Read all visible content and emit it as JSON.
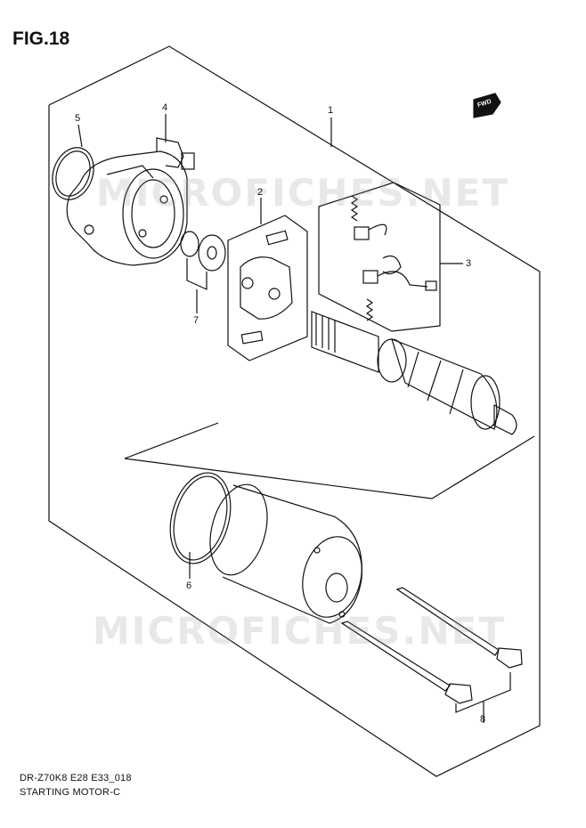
{
  "figure": {
    "title": "FIG.18"
  },
  "direction_badge": {
    "label": "FWD"
  },
  "watermark": {
    "text": "MICROFICHES.NET"
  },
  "callouts": {
    "c1": "1",
    "c2": "2",
    "c3": "3",
    "c4": "4",
    "c5": "5",
    "c6": "6",
    "c7": "7",
    "c8": "8"
  },
  "footer": {
    "model_code": "DR-Z70K8 E28 E33_018",
    "assembly_name": "STARTING MOTOR-C"
  },
  "colors": {
    "ink": "#111111",
    "watermark": "#969696",
    "paper": "#ffffff"
  }
}
